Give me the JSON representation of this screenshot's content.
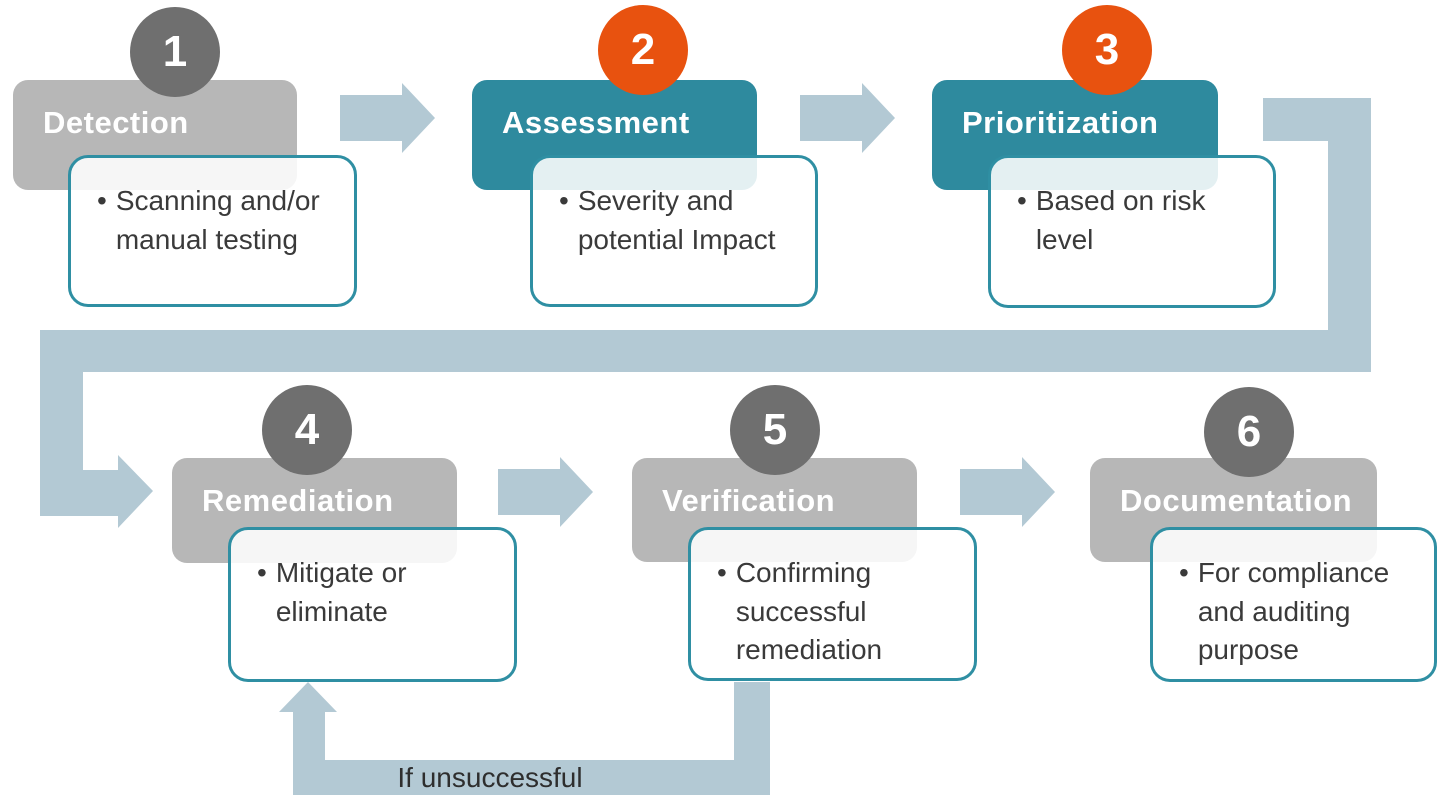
{
  "steps": [
    {
      "number": "1",
      "label": "Detection",
      "detail": "Scanning and/or manual testing",
      "header_style": "gray",
      "badge_style": "gray"
    },
    {
      "number": "2",
      "label": "Assessment",
      "detail": "Severity and potential Impact",
      "header_style": "teal",
      "badge_style": "orange"
    },
    {
      "number": "3",
      "label": "Prioritization",
      "detail": "Based on risk level",
      "header_style": "teal",
      "badge_style": "orange"
    },
    {
      "number": "4",
      "label": "Remediation",
      "detail": "Mitigate or eliminate",
      "header_style": "gray",
      "badge_style": "gray"
    },
    {
      "number": "5",
      "label": "Verification",
      "detail": "Confirming successful remediation",
      "header_style": "gray",
      "badge_style": "gray"
    },
    {
      "number": "6",
      "label": "Documentation",
      "detail": "For compliance and auditing purpose",
      "header_style": "gray",
      "badge_style": "gray"
    }
  ],
  "bullet_char": "•",
  "feedback_label": "If unsuccessful",
  "colors": {
    "teal_header": "#2e8a9e",
    "gray_header": "#b7b7b7",
    "gray_badge": "#6f6f6f",
    "orange_badge": "#e8520f",
    "arrow_band": "#b3c9d4",
    "box_border": "#2f8fa3",
    "detail_text": "#3a3a3a"
  }
}
